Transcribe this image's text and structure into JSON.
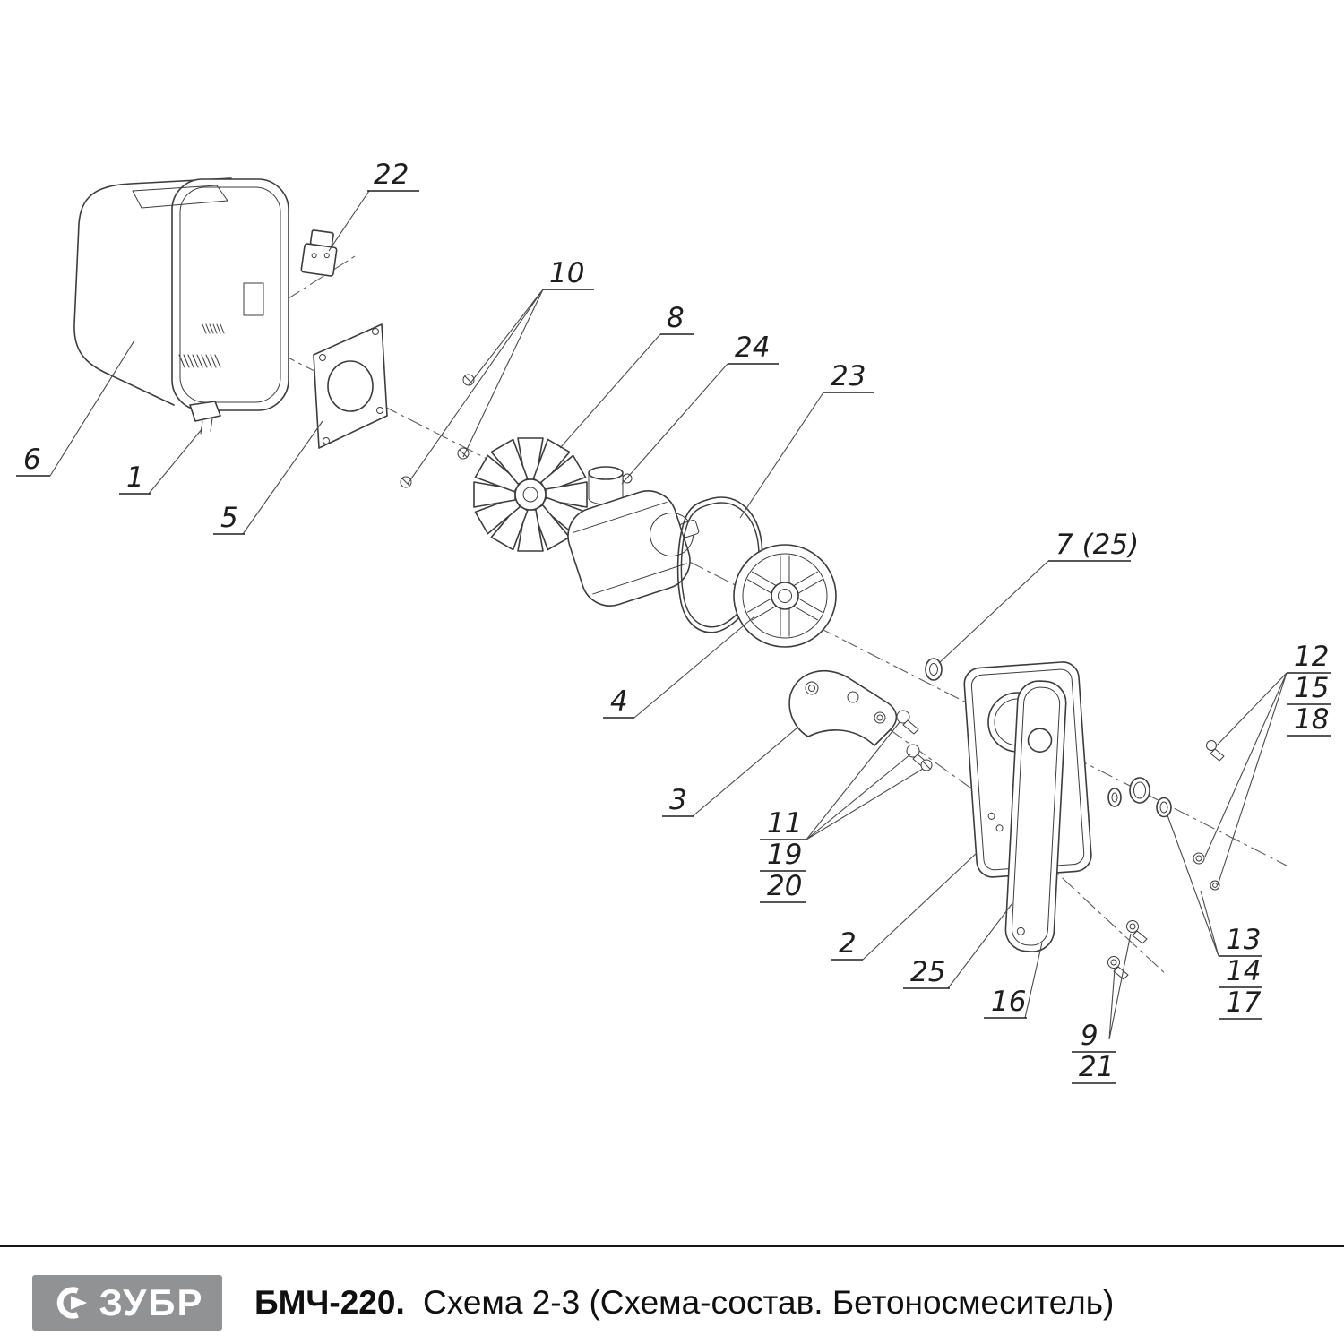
{
  "footer": {
    "brand": "ЗУБР",
    "model": "БМЧ-220.",
    "subtitle": "Схема 2-3 (Схема-состав. Бетоносмеситель)"
  },
  "colors": {
    "logo_background": "#909294",
    "diagram_line": "#3c3c3c"
  },
  "callouts": {
    "c22": "22",
    "c10": "10",
    "c8": "8",
    "c24": "24",
    "c23": "23",
    "c7": "7 (25)",
    "c12": "12",
    "c15": "15",
    "c18": "18",
    "c6": "6",
    "c1": "1",
    "c5": "5",
    "c4": "4",
    "c3": "3",
    "c11": "11",
    "c19": "19",
    "c20": "20",
    "c2": "2",
    "c25": "25",
    "c16": "16",
    "c13": "13",
    "c14": "14",
    "c17": "17",
    "c9": "9",
    "c21": "21"
  }
}
